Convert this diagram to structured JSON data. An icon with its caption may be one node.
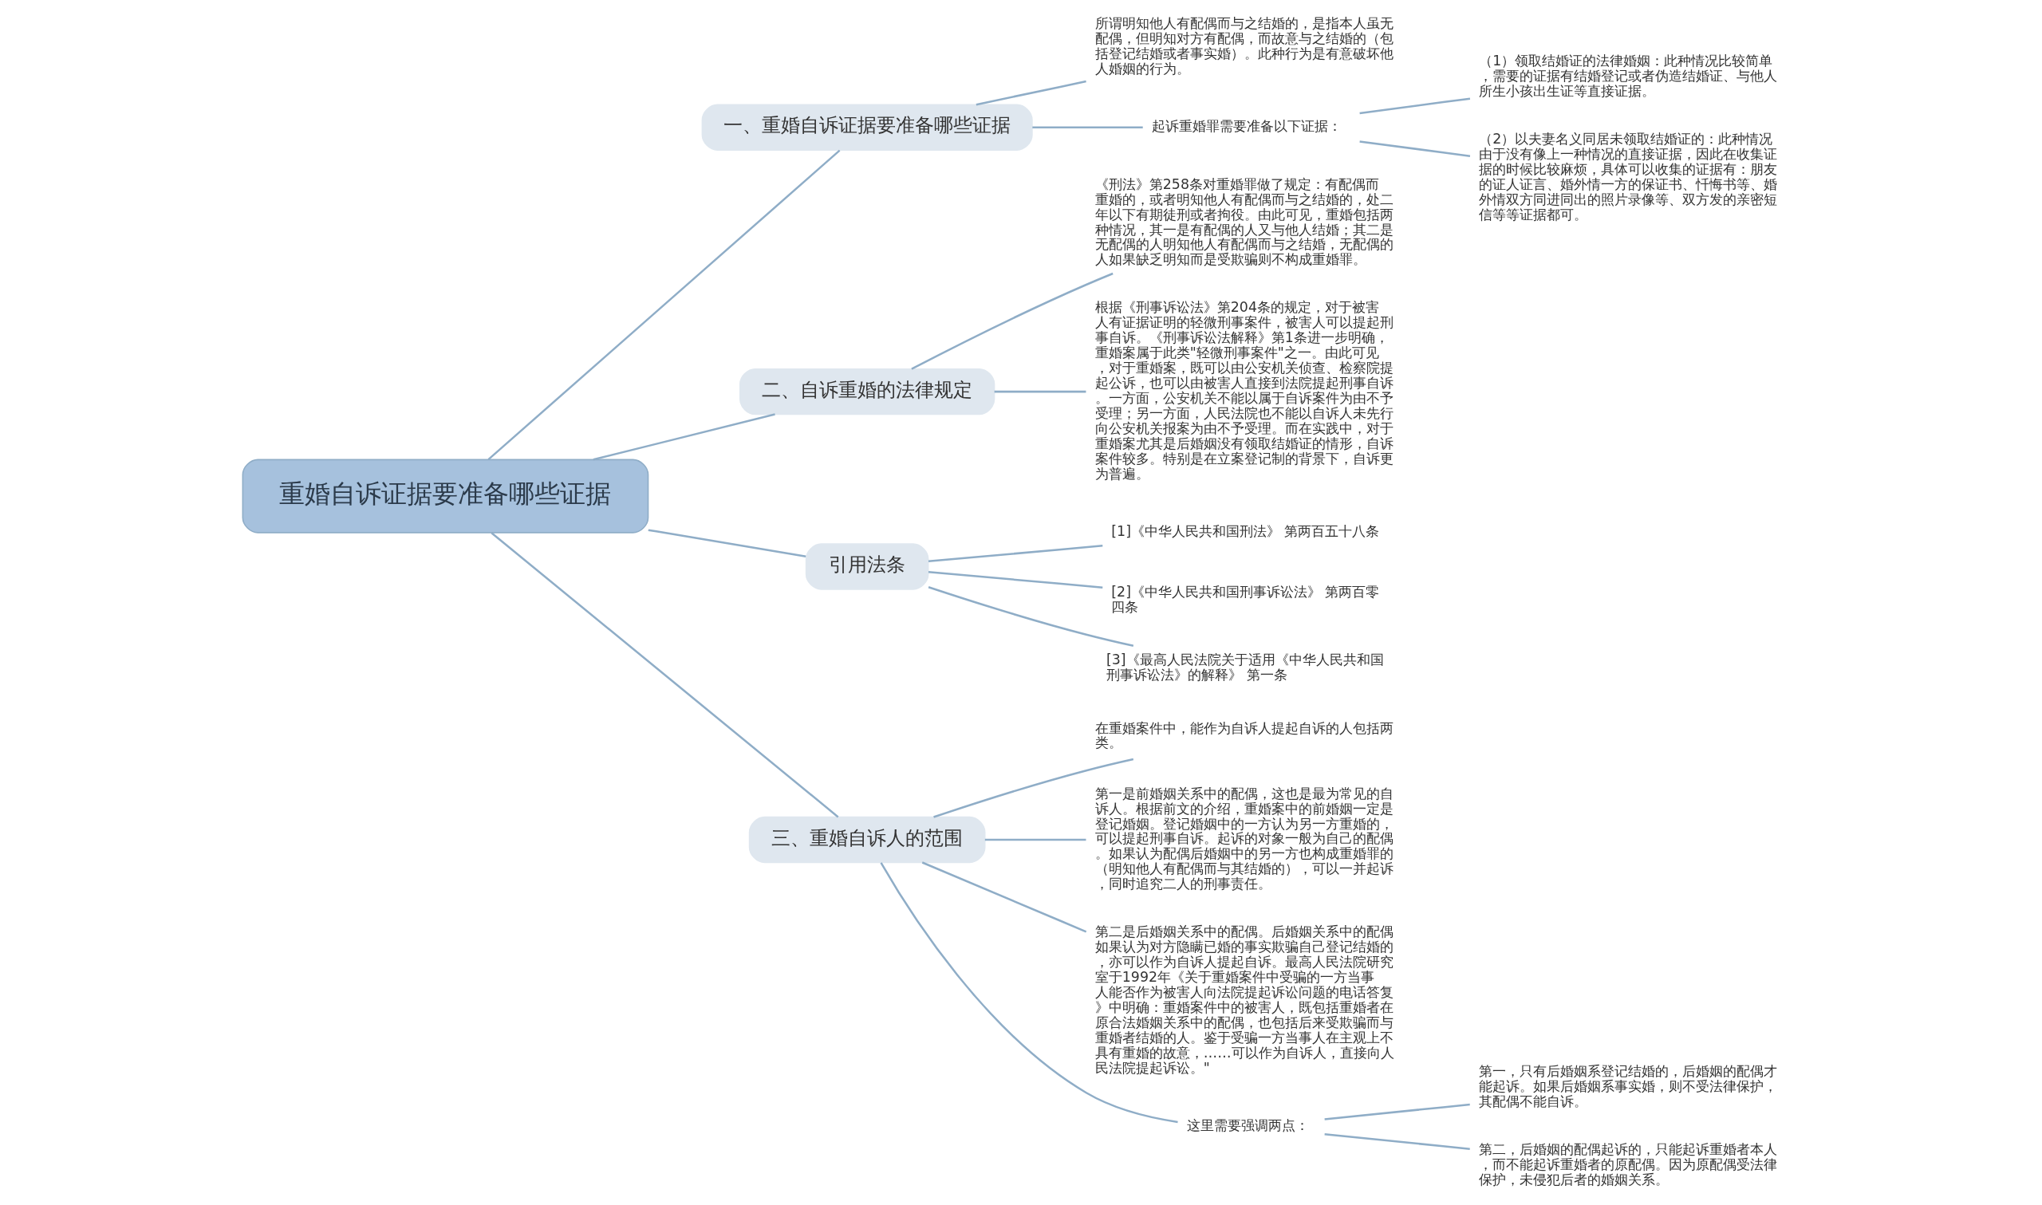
{
  "diagram": {
    "nodes": [
      {
        "text": [
          "重婚自诉证据要准备哪些证据"
        ]
      },
      {
        "text": [
          "一、重婚自诉证据要准备哪些证据"
        ]
      },
      {
        "text": [
          "所谓明知他人有配偶而与之结婚的，是指本人虽无配偶，但明知对方有配偶，而故意与之结婚的（包括登记结婚或者事实婚）。此种行为是有意破坏他人婚姻的行为。"
        ]
      },
      {
        "text": [
          "起诉重婚罪需要准备以下证据："
        ]
      },
      {
        "text": [
          "（1）领取结婚证的法律婚姻：此种情况比较简单，需要的证据有结婚登记或者伪造结婚证、与他人所生小孩出生证等直接证据。"
        ]
      },
      {
        "text": [
          "（2）以夫妻名义同居未领取结婚证的：此种情况由于没有像上一种情况的直接证据，因此在收集证据的时候比较麻烦，具体可以收集的证据有：朋友的证人证言、婚外情一方的保证书、忏悔书等、婚外情双方同进同出的照片录像等、双方发的亲密短信等等证据都可。"
        ]
      },
      {
        "text": [
          "二、自诉重婚的法律规定"
        ]
      },
      {
        "text": [
          "《刑法》第258条对重婚罪做了规定：有配偶而重婚的，或者明知他人有配偶而与之结婚的，处二年以下有期徒刑或者拘役。由此可见，重婚包括两种情况，其一是有配偶的人又与他人结婚；其二是无配偶的人明知他人有配偶而与之结婚，无配偶的人如果缺乏明知而是受欺骗则不构成重婚罪。"
        ]
      },
      {
        "text": [
          "根据《刑事诉讼法》第204条的规定，对于被害人有证据证明的轻微刑事案件，被害人可以提起刑事自诉。《刑事诉讼法解释》第1条进一步明确，重婚案属于此类\"轻微刑事案件\"之一。由此可见，对于重婚案，既可以由公安机关侦查、检察院提起公诉，也可以由被害人直接到法院提起刑事自诉。一方面，公安机关不能以属于自诉案件为由不予受理；另一方面，人民法院也不能以自诉人未先行向公安机关报案为由不予受理。而在实践中，对于重婚案尤其是后婚姻没有领取结婚证的情形，自诉案件较多。特别是在立案登记制的背景下，自诉更为普遍。"
        ]
      },
      {
        "text": [
          "引用法条"
        ]
      },
      {
        "text": [
          "[1]《中华人民共和国刑法》 第两百五十八条"
        ]
      },
      {
        "text": [
          "[2]《中华人民共和国刑事诉讼法》 第两百零四条"
        ]
      },
      {
        "text": [
          "[3]《最高人民法院关于适用《中华人民共和国刑事诉讼法》的解释》 第一条"
        ]
      },
      {
        "text": [
          "三、重婚自诉人的范围"
        ]
      },
      {
        "text": [
          "在重婚案件中，能作为自诉人提起自诉的人包括两类。"
        ]
      },
      {
        "text": [
          "第一是前婚姻关系中的配偶，这也是最为常见的自诉人。根据前文的介绍，重婚案中的前婚姻一定是登记婚姻。登记婚姻中的一方认为另一方重婚的，可以提起刑事自诉。起诉的对象一般为自己的配偶。如果认为配偶后婚姻中的另一方也构成重婚罪的（明知他人有配偶而与其结婚的），可以一并起诉，同时追究二人的刑事责任。"
        ]
      },
      {
        "text": [
          "第二是后婚姻关系中的配偶。后婚姻关系中的配偶如果认为对方隐瞒已婚的事实欺骗自己登记结婚的，亦可以作为自诉人提起自诉。最高人民法院研究室于1992年《关于重婚案件中受骗的一方当事人能否作为被害人向法院提起诉讼问题的电话答复》中明确：重婚案件中的被害人，既包括重婚者在原合法婚姻关系中的配偶，也包括后来受欺骗而与重婚者结婚的人。鉴于受骗一方当事人在主观上不具有重婚的故意，……可以作为自诉人，直接向人民法院提起诉讼。\""
        ]
      },
      {
        "text": [
          "这里需要强调两点："
        ]
      },
      {
        "text": [
          "第一，只有后婚姻系登记结婚的，后婚姻的配偶才能起诉。如果后婚姻系事实婚，则不受法律保护，其配偶不能自诉。"
        ]
      },
      {
        "text": [
          "第二，后婚姻的配偶起诉的，只能起诉重婚者本人，而不能起诉重婚者的原配偶。因为原配偶受法律保护，未侵犯后者的婚姻关系。"
        ]
      }
    ],
    "edges": [
      {
        "from": 0,
        "to": 1,
        "arrow": "none"
      },
      {
        "from": 1,
        "to": 2,
        "arrow": "none"
      },
      {
        "from": 1,
        "to": 3,
        "arrow": "none"
      },
      {
        "from": 3,
        "to": 4,
        "arrow": "none"
      },
      {
        "from": 3,
        "to": 5,
        "arrow": "none"
      },
      {
        "from": 0,
        "to": 6,
        "arrow": "none"
      },
      {
        "from": 6,
        "to": 7,
        "arrow": "none"
      },
      {
        "from": 6,
        "to": 8,
        "arrow": "none"
      },
      {
        "from": 0,
        "to": 9,
        "arrow": "none"
      },
      {
        "from": 9,
        "to": 10,
        "arrow": "none"
      },
      {
        "from": 9,
        "to": 11,
        "arrow": "none"
      },
      {
        "from": 9,
        "to": 12,
        "arrow": "none"
      },
      {
        "from": 0,
        "to": 13,
        "arrow": "none"
      },
      {
        "from": 13,
        "to": 14,
        "arrow": "none"
      },
      {
        "from": 13,
        "to": 15,
        "arrow": "none"
      },
      {
        "from": 13,
        "to": 16,
        "arrow": "none"
      },
      {
        "from": 13,
        "to": 17,
        "arrow": "none"
      },
      {
        "from": 17,
        "to": 18,
        "arrow": "none"
      },
      {
        "from": 17,
        "to": 19,
        "arrow": "none"
      }
    ]
  }
}
